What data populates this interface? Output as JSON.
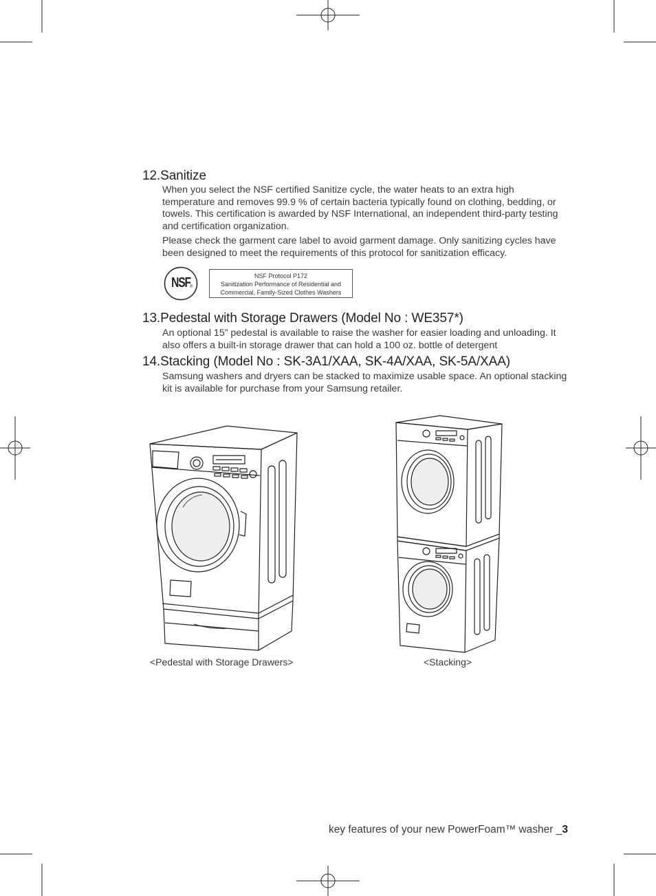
{
  "sections": [
    {
      "number": "12.",
      "title": "Sanitize",
      "paragraphs": [
        "When you select the NSF certified Sanitize cycle, the water heats to an extra high temperature and removes 99.9 % of certain bacteria typically found on clothing, bedding, or towels. This certification is awarded by NSF International, an independent third-party testing and certification organization.",
        "Please check the garment care label to avoid garment damage. Only sanitizing cycles have been designed to meet the requirements of this protocol for sanitization efficacy."
      ]
    },
    {
      "number": "13.",
      "title": "Pedestal with Storage Drawers (Model No : WE357*)",
      "paragraphs": [
        "An optional 15” pedestal is available to raise the washer for easier loading and unloading. It also offers a built-in storage drawer that can hold a 100 oz. bottle of detergent"
      ]
    },
    {
      "number": "14.",
      "title": "Stacking (Model No : SK-3A1/XAA, SK-4A/XAA, SK-5A/XAA)",
      "paragraphs": [
        "Samsung washers and dryers can be stacked to maximize usable space. An optional stacking kit is available for purchase from your Samsung retailer."
      ]
    }
  ],
  "nsf": {
    "logo_text": "NSF",
    "registered_mark": "®",
    "protocol": "NSF Protocol P172",
    "line2": "Sanitization Performance of Residential and",
    "line3": "Commercial, Family-Sized Clothes Washers"
  },
  "captions": {
    "pedestal": "<Pedestal with Storage Drawers>",
    "stacking": "<Stacking>"
  },
  "footer": {
    "text": "key features of your new PowerFoam™ washer _",
    "page": "3"
  }
}
